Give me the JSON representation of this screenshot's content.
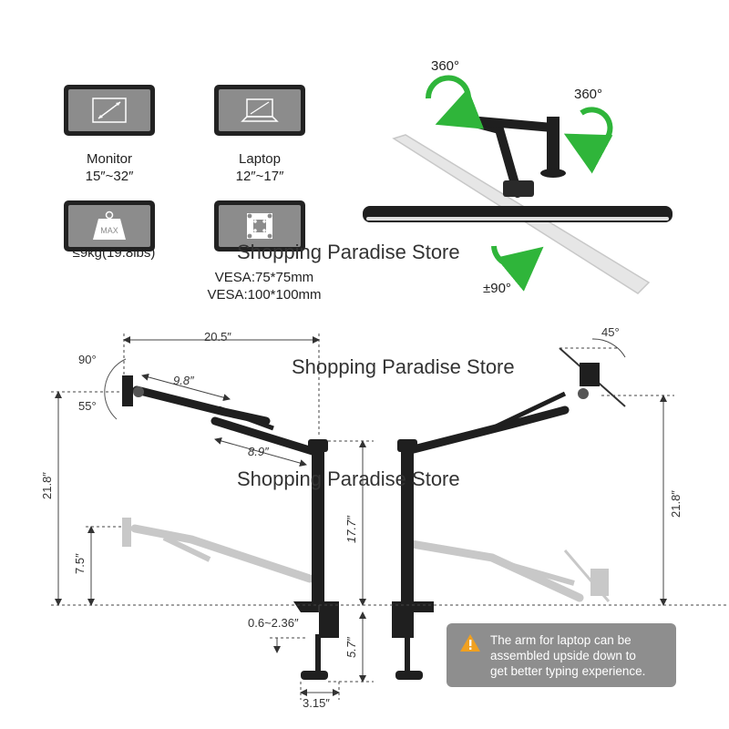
{
  "specs": {
    "monitor": {
      "label": "Monitor",
      "range": "15″~32″",
      "icon": "monitor-diagonal-icon"
    },
    "laptop": {
      "label": "Laptop",
      "range": "12″~17″",
      "icon": "laptop-diagonal-icon"
    },
    "weight": {
      "label": "≤9kg(19.8lbs)",
      "badge": "MAX",
      "icon": "weight-max-icon"
    },
    "vesa": {
      "line1": "VESA:75*75mm",
      "line2": "VESA:100*100mm",
      "icon": "vesa-pattern-icon"
    }
  },
  "rotation": {
    "top": "360°",
    "right": "360°",
    "tilt": "±90°"
  },
  "monitor_side": {
    "width": "20.5″",
    "arm1": "9.8″",
    "arm2": "8.9″",
    "height": "21.8″",
    "lower": "7.5″",
    "tilt_up": "90°",
    "tilt_down": "55°"
  },
  "laptop_side": {
    "tilt": "45°",
    "height": "21.8″",
    "pole": "17.7″"
  },
  "clamp": {
    "thickness": "0.6~2.36″",
    "depth": "5.7″",
    "base": "3.15″"
  },
  "note": {
    "text_line1": "The arm for laptop can be",
    "text_line2": "assembled upside down to",
    "text_line3": "get better typing experience."
  },
  "watermark": "Shopping Paradise Store",
  "colors": {
    "arrow_green": "#2fb53a",
    "device_dark": "#222222",
    "screen_gray": "#8c8c8c",
    "ghost_gray": "#c8c8c8",
    "note_bg": "#8e8e8e"
  }
}
